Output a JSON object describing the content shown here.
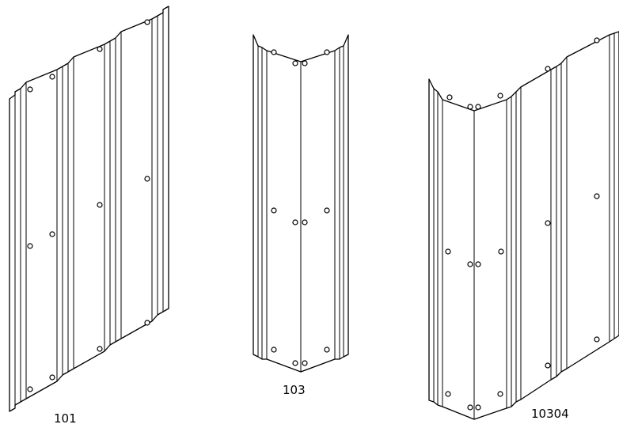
{
  "figures": [
    {
      "id": "panel-101",
      "label": "101"
    },
    {
      "id": "corner-103",
      "label": "103"
    },
    {
      "id": "corner-10304",
      "label": "10304"
    }
  ],
  "colors": {
    "line": "#000000",
    "background": "#ffffff"
  }
}
